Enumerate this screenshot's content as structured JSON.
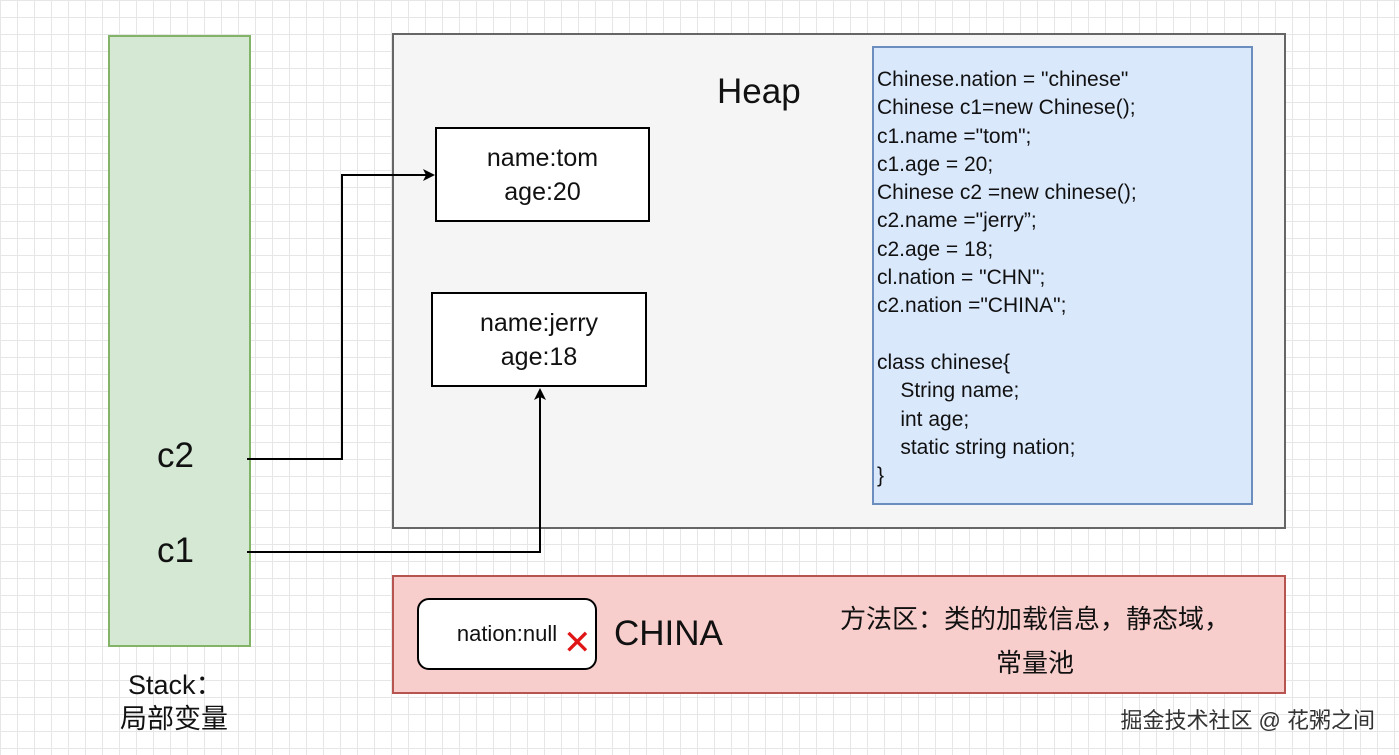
{
  "stack": {
    "vars": [
      "c2",
      "c1"
    ],
    "caption_line1": "Stack：",
    "caption_line2": "局部变量"
  },
  "heap": {
    "title": "Heap",
    "objects": [
      {
        "name": "name:tom",
        "age": "age:20"
      },
      {
        "name": "name:jerry",
        "age": "age:18"
      }
    ]
  },
  "code": {
    "lines": [
      "Chinese.nation = \"chinese\"",
      "Chinese c1=new Chinese();",
      "c1.name =\"tom\";",
      "c1.age = 20;",
      "Chinese c2 =new chinese();",
      "c2.name =\"jerry”;",
      "c2.age = 18;",
      "cl.nation = \"CHN\";",
      "c2.nation =\"CHINA\";",
      "",
      "class chinese{",
      "    String name;",
      "    int age;",
      "    static string nation;",
      "}"
    ]
  },
  "method_area": {
    "field_label": "nation:null",
    "strike_mark": "✕",
    "new_value": "CHINA",
    "desc_line1": "方法区：类的加载信息，静态域，",
    "desc_line2": "常量池"
  },
  "watermark": "掘金技术社区 @ 花粥之间",
  "colors": {
    "stack_fill": "#d5e8d4",
    "stack_border": "#82b366",
    "heap_fill": "#f5f5f5",
    "heap_border": "#666666",
    "code_fill": "#dae8fc",
    "code_border": "#6c8ebf",
    "method_fill": "#f8cecc",
    "method_border": "#b85450",
    "strike": "#e01515"
  }
}
